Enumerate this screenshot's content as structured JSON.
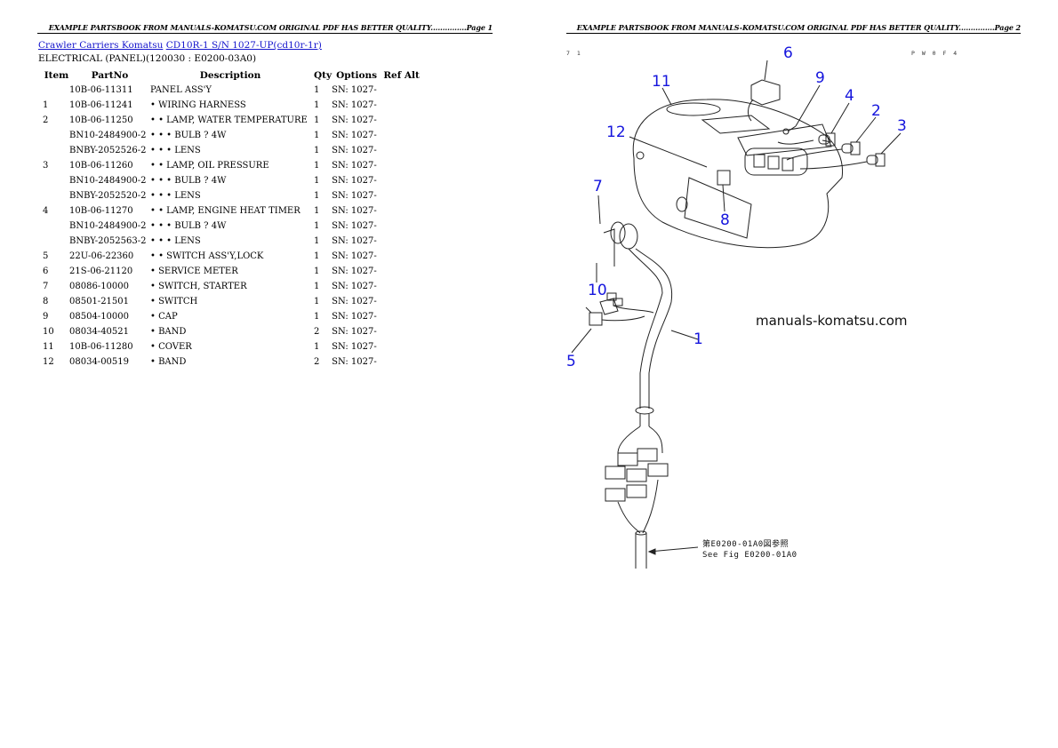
{
  "pages": [
    {
      "header": "EXAMPLE PARTSBOOK FROM MANUALS-KOMATSU.COM ORIGINAL PDF HAS BETTER QUALITY...............Page 1"
    },
    {
      "header": "EXAMPLE PARTSBOOK FROM MANUALS-KOMATSU.COM ORIGINAL PDF HAS BETTER QUALITY...............Page 2"
    }
  ],
  "breadcrumb": {
    "link1": "Crawler Carriers Komatsu",
    "link2": "CD10R-1 S/N 1027-UP(cd10r-1r)"
  },
  "section_title": "ELECTRICAL (PANEL)(120030 : E0200-03A0)",
  "table": {
    "columns": [
      "Item",
      "PartNo",
      "Description",
      "Qty",
      "Options",
      "Ref Alt"
    ],
    "rows": [
      {
        "item": "",
        "partno": "10B-06-11311",
        "desc": "PANEL ASS'Y",
        "qty": "1",
        "options": "SN: 1027-"
      },
      {
        "item": "1",
        "partno": "10B-06-11241",
        "desc": "• WIRING HARNESS",
        "qty": "1",
        "options": "SN: 1027-"
      },
      {
        "item": "2",
        "partno": "10B-06-11250",
        "desc": "• • LAMP, WATER TEMPERATURE",
        "qty": "1",
        "options": "SN: 1027-"
      },
      {
        "item": "",
        "partno": "BN10-2484900-2",
        "desc": "• • • BULB ? 4W",
        "qty": "1",
        "options": "SN: 1027-"
      },
      {
        "item": "",
        "partno": "BNBY-2052526-2",
        "desc": "• • • LENS",
        "qty": "1",
        "options": "SN: 1027-"
      },
      {
        "item": "3",
        "partno": "10B-06-11260",
        "desc": "• • LAMP, OIL PRESSURE",
        "qty": "1",
        "options": "SN: 1027-"
      },
      {
        "item": "",
        "partno": "BN10-2484900-2",
        "desc": "• • • BULB ? 4W",
        "qty": "1",
        "options": "SN: 1027-"
      },
      {
        "item": "",
        "partno": "BNBY-2052520-2",
        "desc": "• • • LENS",
        "qty": "1",
        "options": "SN: 1027-"
      },
      {
        "item": "4",
        "partno": "10B-06-11270",
        "desc": "• • LAMP, ENGINE HEAT TIMER",
        "qty": "1",
        "options": "SN: 1027-"
      },
      {
        "item": "",
        "partno": "BN10-2484900-2",
        "desc": "• • • BULB ? 4W",
        "qty": "1",
        "options": "SN: 1027-"
      },
      {
        "item": "",
        "partno": "BNBY-2052563-2",
        "desc": "• • • LENS",
        "qty": "1",
        "options": "SN: 1027-"
      },
      {
        "item": "5",
        "partno": "22U-06-22360",
        "desc": "• • SWITCH ASS'Y,LOCK",
        "qty": "1",
        "options": "SN: 1027-"
      },
      {
        "item": "6",
        "partno": "21S-06-21120",
        "desc": "• SERVICE METER",
        "qty": "1",
        "options": "SN: 1027-"
      },
      {
        "item": "7",
        "partno": "08086-10000",
        "desc": "• SWITCH, STARTER",
        "qty": "1",
        "options": "SN: 1027-"
      },
      {
        "item": "8",
        "partno": "08501-21501",
        "desc": "• SWITCH",
        "qty": "1",
        "options": "SN: 1027-"
      },
      {
        "item": "9",
        "partno": "08504-10000",
        "desc": "• CAP",
        "qty": "1",
        "options": "SN: 1027-"
      },
      {
        "item": "10",
        "partno": "08034-40521",
        "desc": "• BAND",
        "qty": "2",
        "options": "SN: 1027-"
      },
      {
        "item": "11",
        "partno": "10B-06-11280",
        "desc": "• COVER",
        "qty": "1",
        "options": "SN: 1027-"
      },
      {
        "item": "12",
        "partno": "08034-00519",
        "desc": "• BAND",
        "qty": "2",
        "options": "SN: 1027-"
      }
    ]
  },
  "diagram": {
    "corner_left": "7 1",
    "corner_right": "P W 0 F 4",
    "callouts": [
      "1",
      "2",
      "3",
      "4",
      "5",
      "6",
      "7",
      "8",
      "9",
      "10",
      "11",
      "12"
    ],
    "watermark": "manuals-komatsu.com",
    "ref_note_line1": "第E0200-01A0図参照",
    "ref_note_line2": "See Fig E0200-01A0",
    "callout_color": "#1515dd"
  },
  "colors": {
    "link": "#1515cc",
    "text": "#000000",
    "callout": "#1515dd"
  }
}
